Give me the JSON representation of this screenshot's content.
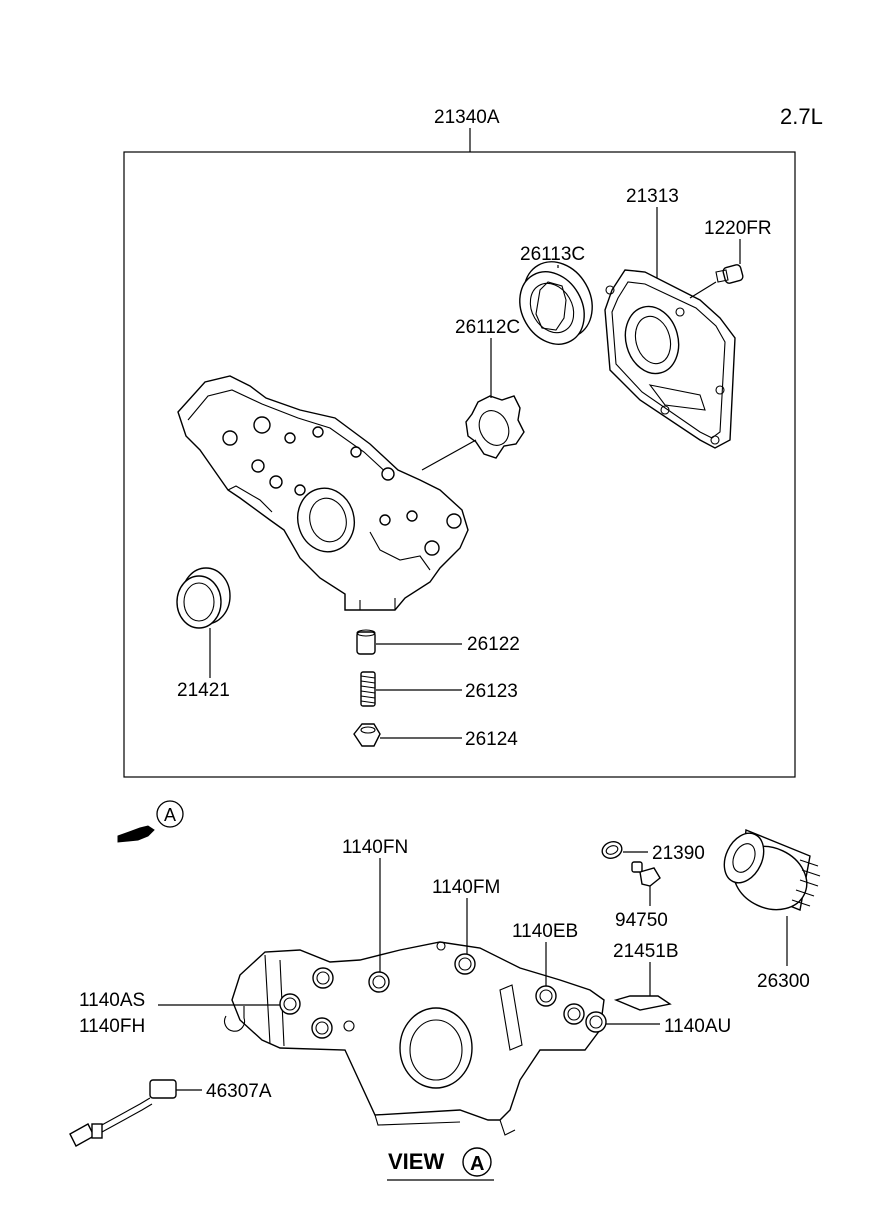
{
  "engine_label": "2.7L",
  "assembly_label": "21340A",
  "view_title": "VIEW",
  "view_marker": "A",
  "callouts": {
    "p21313": "21313",
    "p1220FR": "1220FR",
    "p26113C": "26113C",
    "p26112C": "26112C",
    "p21421": "21421",
    "p26122": "26122",
    "p26123": "26123",
    "p26124": "26124",
    "p1140FN": "1140FN",
    "p1140FM": "1140FM",
    "p1140EB": "1140EB",
    "p21390": "21390",
    "p94750": "94750",
    "p21451B": "21451B",
    "p26300": "26300",
    "p1140AS": "1140AS",
    "p1140FH": "1140FH",
    "p1140AU": "1140AU",
    "p46307A": "46307A"
  }
}
